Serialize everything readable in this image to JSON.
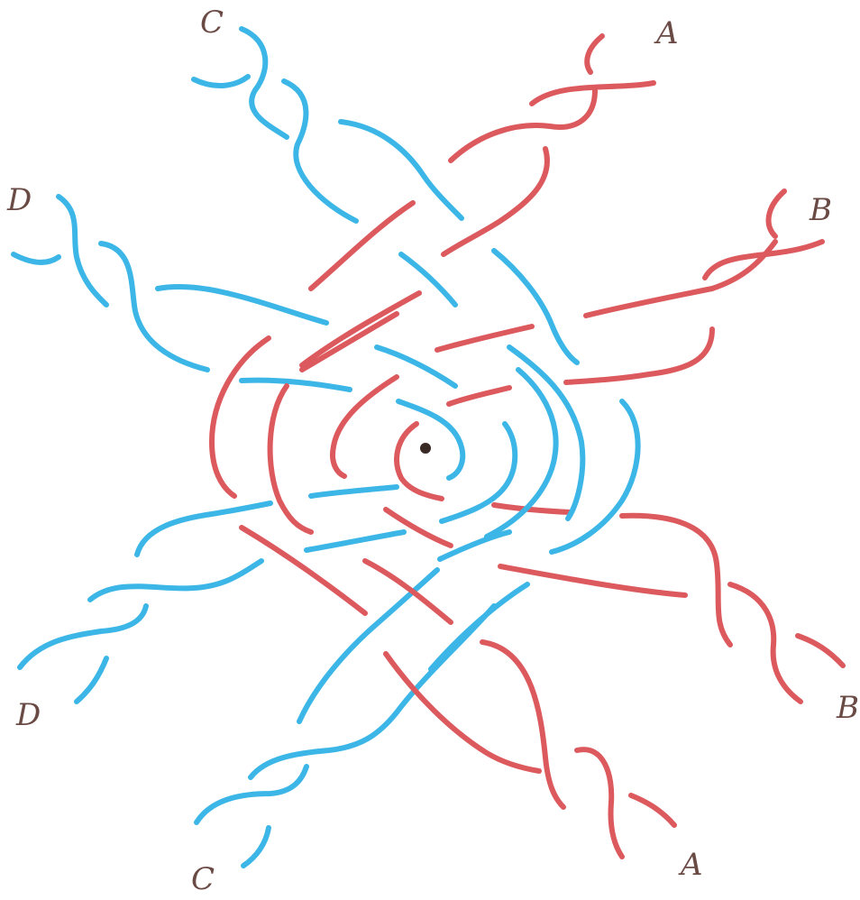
{
  "labels": {
    "top_left": "C",
    "top_right": "A",
    "upper_right": "B",
    "left": "D",
    "lower_left": "D",
    "lower_right": "B",
    "bottom_left": "C",
    "bottom_right": "A"
  },
  "colors": {
    "blue_strand": "#3cb6e6",
    "red_strand": "#dc5a5e",
    "label": "#6a4a44",
    "center_dot": "#3a2a26"
  }
}
